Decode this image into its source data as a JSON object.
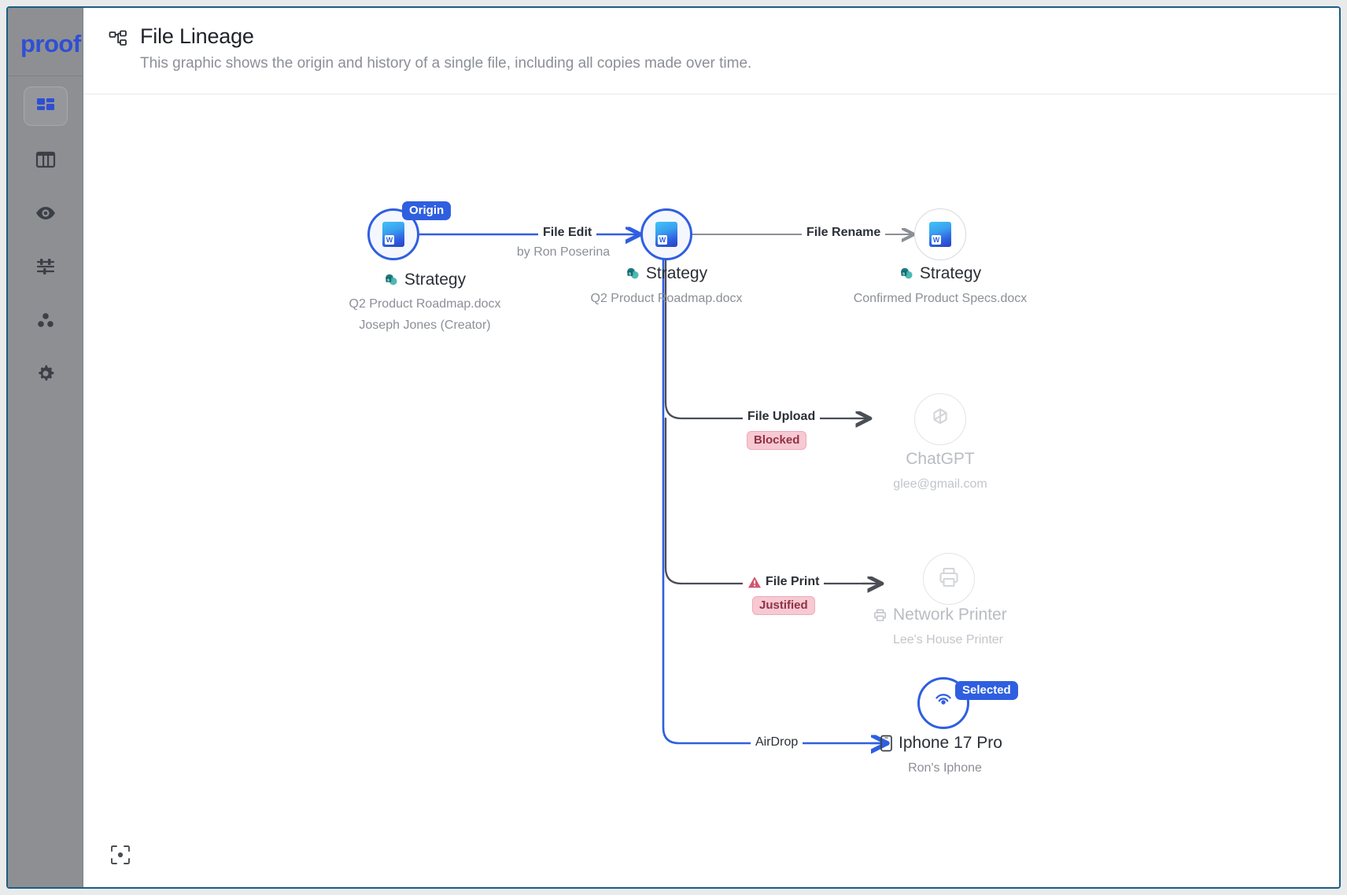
{
  "brand": {
    "logo_text": "proof",
    "accent": "#2f5fe0"
  },
  "sidebar": {
    "items": [
      {
        "name": "dashboard",
        "icon": "dashboard-icon",
        "active": true
      },
      {
        "name": "table",
        "icon": "table-icon",
        "active": false
      },
      {
        "name": "visibility",
        "icon": "eye-icon",
        "active": false
      },
      {
        "name": "filters",
        "icon": "sliders-icon",
        "active": false
      },
      {
        "name": "groups",
        "icon": "dots-cluster-icon",
        "active": false
      },
      {
        "name": "settings",
        "icon": "gear-icon",
        "active": false
      }
    ]
  },
  "header": {
    "icon": "lineage-graph-icon",
    "title": "File Lineage",
    "subtitle": "This graphic shows the origin and history of a single file, including all copies made over time."
  },
  "graph": {
    "nodes": [
      {
        "id": "origin",
        "badge": "Origin",
        "icon": "word-document-icon",
        "app_icon": "sharepoint-icon",
        "title": "Strategy",
        "sub1": "Q2 Product Roadmap.docx",
        "sub2": "Joseph Jones (Creator)",
        "state": "active"
      },
      {
        "id": "edited",
        "badge": "",
        "icon": "word-document-icon",
        "app_icon": "sharepoint-icon",
        "title": "Strategy",
        "sub1": "Q2 Product Roadmap.docx",
        "sub2": "",
        "state": "active"
      },
      {
        "id": "renamed",
        "badge": "",
        "icon": "word-document-icon",
        "app_icon": "sharepoint-icon",
        "title": "Strategy",
        "sub1": "Confirmed Product Specs.docx",
        "sub2": "",
        "state": "neutral"
      },
      {
        "id": "chatgpt",
        "badge": "",
        "icon": "chatgpt-icon",
        "app_icon": "",
        "title": "ChatGPT",
        "sub1": "glee@gmail.com",
        "sub2": "",
        "state": "faded"
      },
      {
        "id": "printer",
        "badge": "",
        "icon": "printer-icon",
        "app_icon": "printer-small-icon",
        "title": "Network Printer",
        "sub1": "Lee's House Printer",
        "sub2": "",
        "state": "faded"
      },
      {
        "id": "iphone",
        "badge": "Selected",
        "icon": "airdrop-icon",
        "app_icon": "phone-icon",
        "title": "Iphone 17 Pro",
        "sub1": "Ron's Iphone",
        "sub2": "",
        "state": "selected"
      }
    ],
    "edges": [
      {
        "id": "edge-file-edit",
        "label": "File Edit",
        "sublabel": "by Ron Poserina",
        "status": "",
        "color": "#2f5fe0",
        "warning": false
      },
      {
        "id": "edge-file-rename",
        "label": "File Rename",
        "sublabel": "",
        "status": "",
        "color": "#8b8f96",
        "warning": false
      },
      {
        "id": "edge-file-upload",
        "label": "File Upload",
        "sublabel": "",
        "status": "Blocked",
        "color": "#4a4e55",
        "warning": false
      },
      {
        "id": "edge-file-print",
        "label": "File Print",
        "sublabel": "",
        "status": "Justified",
        "color": "#4a4e55",
        "warning": true
      },
      {
        "id": "edge-airdrop",
        "label": "AirDrop",
        "sublabel": "",
        "status": "",
        "color": "#2f5fe0",
        "warning": false
      }
    ]
  },
  "controls": {
    "fit_view": "fit-view-icon"
  },
  "colors": {
    "accent_blue": "#2f5fe0",
    "chip_bg": "#f7c9d2",
    "chip_text": "#8e3246",
    "edge_gray": "#8b8f96",
    "muted_text": "#8b8f96",
    "faded_text": "#c2c5ca",
    "sidebar_bg": "#8d8f93"
  }
}
